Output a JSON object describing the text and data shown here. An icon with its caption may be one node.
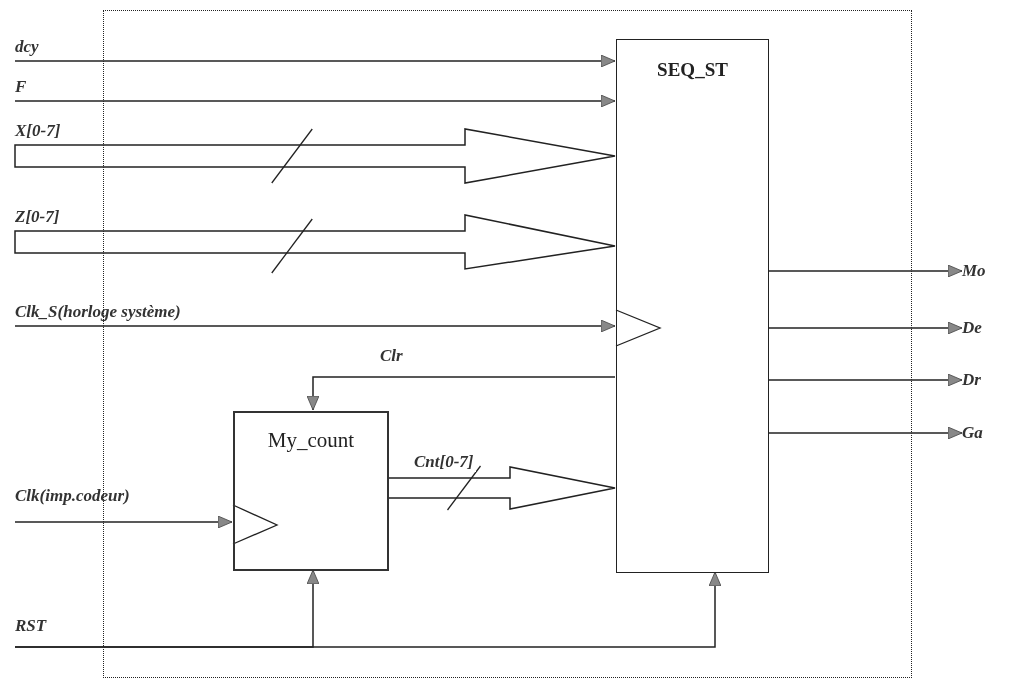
{
  "diagram": {
    "nodes": [
      {
        "text": [],
        "shape": "box"
      },
      {
        "text": [
          "SEQ_ST"
        ],
        "in": 0
      },
      {
        "text": [
          "My_count"
        ],
        "in": 0
      },
      {
        "text": [
          "dcy"
        ]
      },
      {
        "text": [
          "F"
        ]
      },
      {
        "text": [
          "X[0-7]"
        ]
      },
      {
        "text": [
          "Z[0-7]"
        ]
      },
      {
        "text": [
          "Clk_S(horloge système)"
        ]
      },
      {
        "text": [
          "Clk(imp.codeur)"
        ]
      },
      {
        "text": [
          "RST"
        ]
      },
      {
        "text": [
          "Mo"
        ]
      },
      {
        "text": [
          "De"
        ]
      },
      {
        "text": [
          "Dr"
        ]
      },
      {
        "text": [
          "Ga"
        ]
      }
    ],
    "edges": [
      {
        "from": 3,
        "to": 1,
        "arrow": "to"
      },
      {
        "from": 4,
        "to": 1,
        "arrow": "to"
      },
      {
        "from": 5,
        "to": 1,
        "arrow": "to",
        "style": "thick"
      },
      {
        "from": 6,
        "to": 1,
        "arrow": "to",
        "style": "thick"
      },
      {
        "from": 7,
        "to": 1,
        "arrow": "to"
      },
      {
        "from": 1,
        "to": 2,
        "arrow": "to",
        "label": "Clr"
      },
      {
        "from": 2,
        "to": 1,
        "arrow": "to",
        "label": "Cnt[0-7]",
        "style": "thick"
      },
      {
        "from": 8,
        "to": 2,
        "arrow": "to"
      },
      {
        "from": 9,
        "to": 2,
        "arrow": "to"
      },
      {
        "from": 9,
        "to": 1,
        "arrow": "to"
      },
      {
        "from": 1,
        "to": 10,
        "arrow": "to"
      },
      {
        "from": 1,
        "to": 11,
        "arrow": "to"
      },
      {
        "from": 1,
        "to": 12,
        "arrow": "to"
      },
      {
        "from": 1,
        "to": 13,
        "arrow": "to"
      }
    ]
  }
}
